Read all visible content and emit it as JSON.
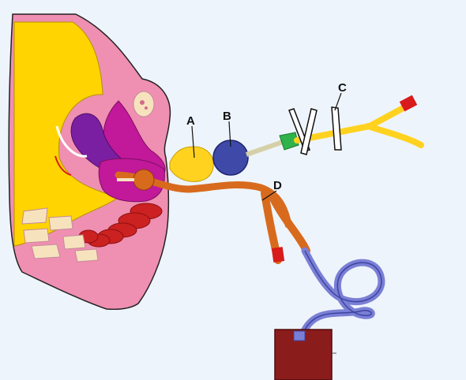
{
  "diagram": {
    "labels": {
      "a": "A",
      "b": "B",
      "c": "C",
      "d": "D"
    }
  },
  "colors": {
    "background": "#eef4fb",
    "tissue_pink": "#ef8fb1",
    "yellow": "#ffd400",
    "magenta": "#c2189a",
    "purple": "#7b1fa2",
    "orange_catheter": "#d86a1e",
    "balloon_yellow": "#ffd21f",
    "port_blue": "#3f4aa8",
    "bag_tube_blue": "#7a7fd6",
    "drain_bag": "#8b1c1c",
    "red_tissue": "#cc2121",
    "green_connector": "#2fb34a",
    "tip_red": "#d81b1b"
  }
}
